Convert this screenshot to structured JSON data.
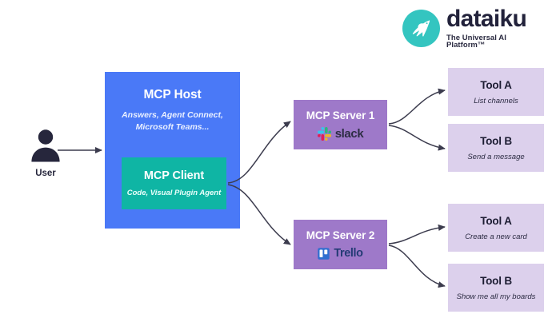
{
  "brand": {
    "name": "dataiku",
    "tagline": "The Universal AI Platform™",
    "logo_icon": "dataiku-bird-icon",
    "mark_color": "#34c5c0",
    "text_color": "#22223b"
  },
  "actor": {
    "icon": "user-avatar-icon",
    "label": "User",
    "color": "#26263c"
  },
  "host": {
    "title": "MCP Host",
    "subtitle": "Answers, Agent Connect,\nMicrosoft Teams...",
    "subtitle_line1": "Answers, Agent Connect,",
    "subtitle_line2": "Microsoft Teams...",
    "color": "#4a79f7"
  },
  "client": {
    "title": "MCP Client",
    "subtitle": "Code, Visual Plugin Agent",
    "color": "#0fb5a4"
  },
  "servers": [
    {
      "title": "MCP Server 1",
      "logo_icon": "slack-icon",
      "logo_label": "slack",
      "color": "#9e79c9",
      "tools": [
        {
          "title": "Tool A",
          "subtitle": "List channels"
        },
        {
          "title": "Tool B",
          "subtitle": "Send a message"
        }
      ]
    },
    {
      "title": "MCP Server 2",
      "logo_icon": "trello-icon",
      "logo_label": "Trello",
      "color": "#9e79c9",
      "tools": [
        {
          "title": "Tool A",
          "subtitle": "Create a new card"
        },
        {
          "title": "Tool B",
          "subtitle": "Show me all my boards"
        }
      ]
    }
  ],
  "tool_box_color": "#dcd0ec",
  "edges": {
    "stroke": "#3c3c4e",
    "arrow_icon": "arrowhead-icon",
    "connections": [
      "user-to-host",
      "client-to-server-1",
      "client-to-server-2",
      "server-1-to-tool-a",
      "server-1-to-tool-b",
      "server-2-to-tool-a",
      "server-2-to-tool-b"
    ]
  }
}
